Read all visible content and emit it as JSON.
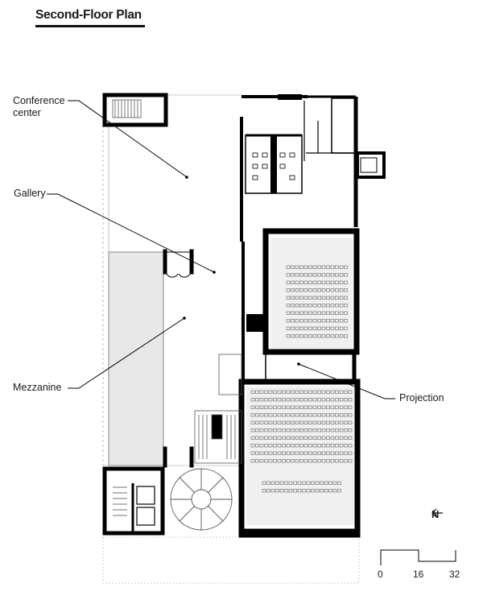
{
  "title": "Second-Floor Plan",
  "labels": {
    "conference": [
      "Conference",
      "center"
    ],
    "gallery": "Gallery",
    "mezzanine": "Mezzanine",
    "projection": "Projection"
  },
  "north": "N",
  "scale": {
    "ticks": [
      "0",
      "16",
      "32"
    ]
  }
}
